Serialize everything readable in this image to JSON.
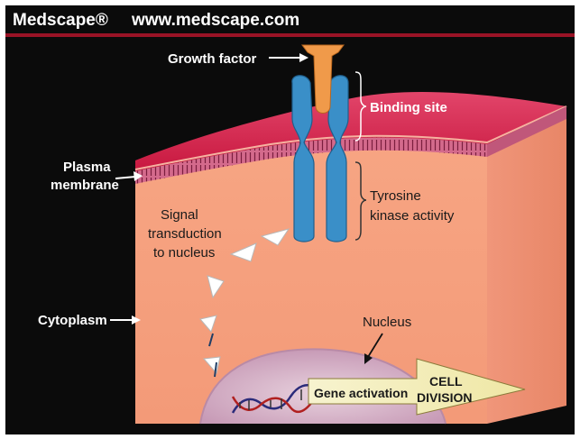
{
  "header": {
    "brand": "Medscape®",
    "url": "www.medscape.com"
  },
  "labels": {
    "growth_factor": "Growth factor",
    "binding_site": "Binding site",
    "plasma_line1": "Plasma",
    "plasma_line2": "membrane",
    "tyrosine_line1": "Tyrosine",
    "tyrosine_line2": "kinase activity",
    "signal_line1": "Signal",
    "signal_line2": "transduction",
    "signal_line3": "to nucleus",
    "cytoplasm": "Cytoplasm",
    "nucleus": "Nucleus",
    "gene_activation": "Gene activation",
    "cell_line1": "CELL",
    "cell_line2": "DIVISION"
  },
  "colors": {
    "background": "#0b0b0b",
    "header_rule": "#9a1326",
    "cell_front": "#f3a07d",
    "cell_top": "#d3214f",
    "cell_side": "#e8906e",
    "receptor": "#3a8fc8",
    "growth_factor": "#f09a4a",
    "nucleus": "#d7b6cc",
    "arrow_fill": "#f6f1c2"
  }
}
